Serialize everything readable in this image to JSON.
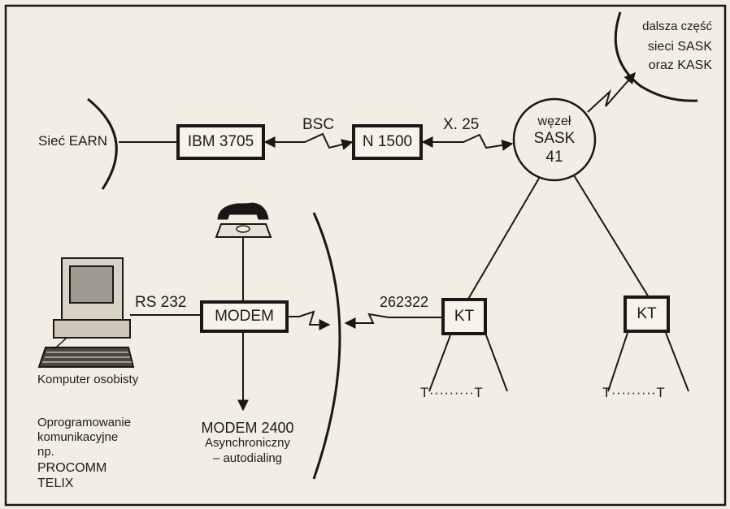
{
  "nodes": {
    "ibm": "IBM 3705",
    "n1500": "N 1500",
    "modem": "MODEM",
    "kt_left": "KT",
    "kt_right": "KT",
    "wezel": [
      "węzeł",
      "SASK",
      "41"
    ]
  },
  "links": {
    "bsc": "BSC",
    "x25": "X. 25",
    "rs232": "RS 232",
    "num": "262322"
  },
  "labels": {
    "siec_earn": "Sieć  EARN",
    "dalsza": [
      "dalsza część",
      "sieci SASK",
      "oraz KASK"
    ],
    "komputer": "Komputer osobisty",
    "oprogramowanie": [
      "Oprogramowanie",
      "komunikacyjne",
      "np.",
      "PROCOMM",
      "TELIX"
    ],
    "modem2400": [
      "MODEM 2400",
      "Asynchroniczny",
      "– autodialing"
    ],
    "terminals_left": "T·········T",
    "terminals_right": "T·········T"
  },
  "colors": {
    "ink": "#1a1816",
    "paper": "#f3eee4"
  }
}
